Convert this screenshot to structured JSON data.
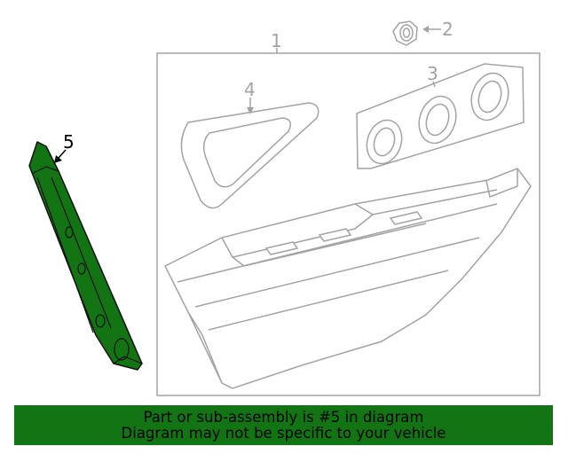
{
  "colors": {
    "highlight": "#127412",
    "banner": "#127412",
    "line_art": "#a3a3a3",
    "highlight_outline": "#111111",
    "active_callout": "#000000"
  },
  "callouts": {
    "c1": "1",
    "c2": "2",
    "c3": "3",
    "c4": "4",
    "c5": "5"
  },
  "banner": {
    "line1": "Part or sub-assembly is #5 in diagram",
    "line2": "Diagram may not be specific to your vehicle"
  }
}
